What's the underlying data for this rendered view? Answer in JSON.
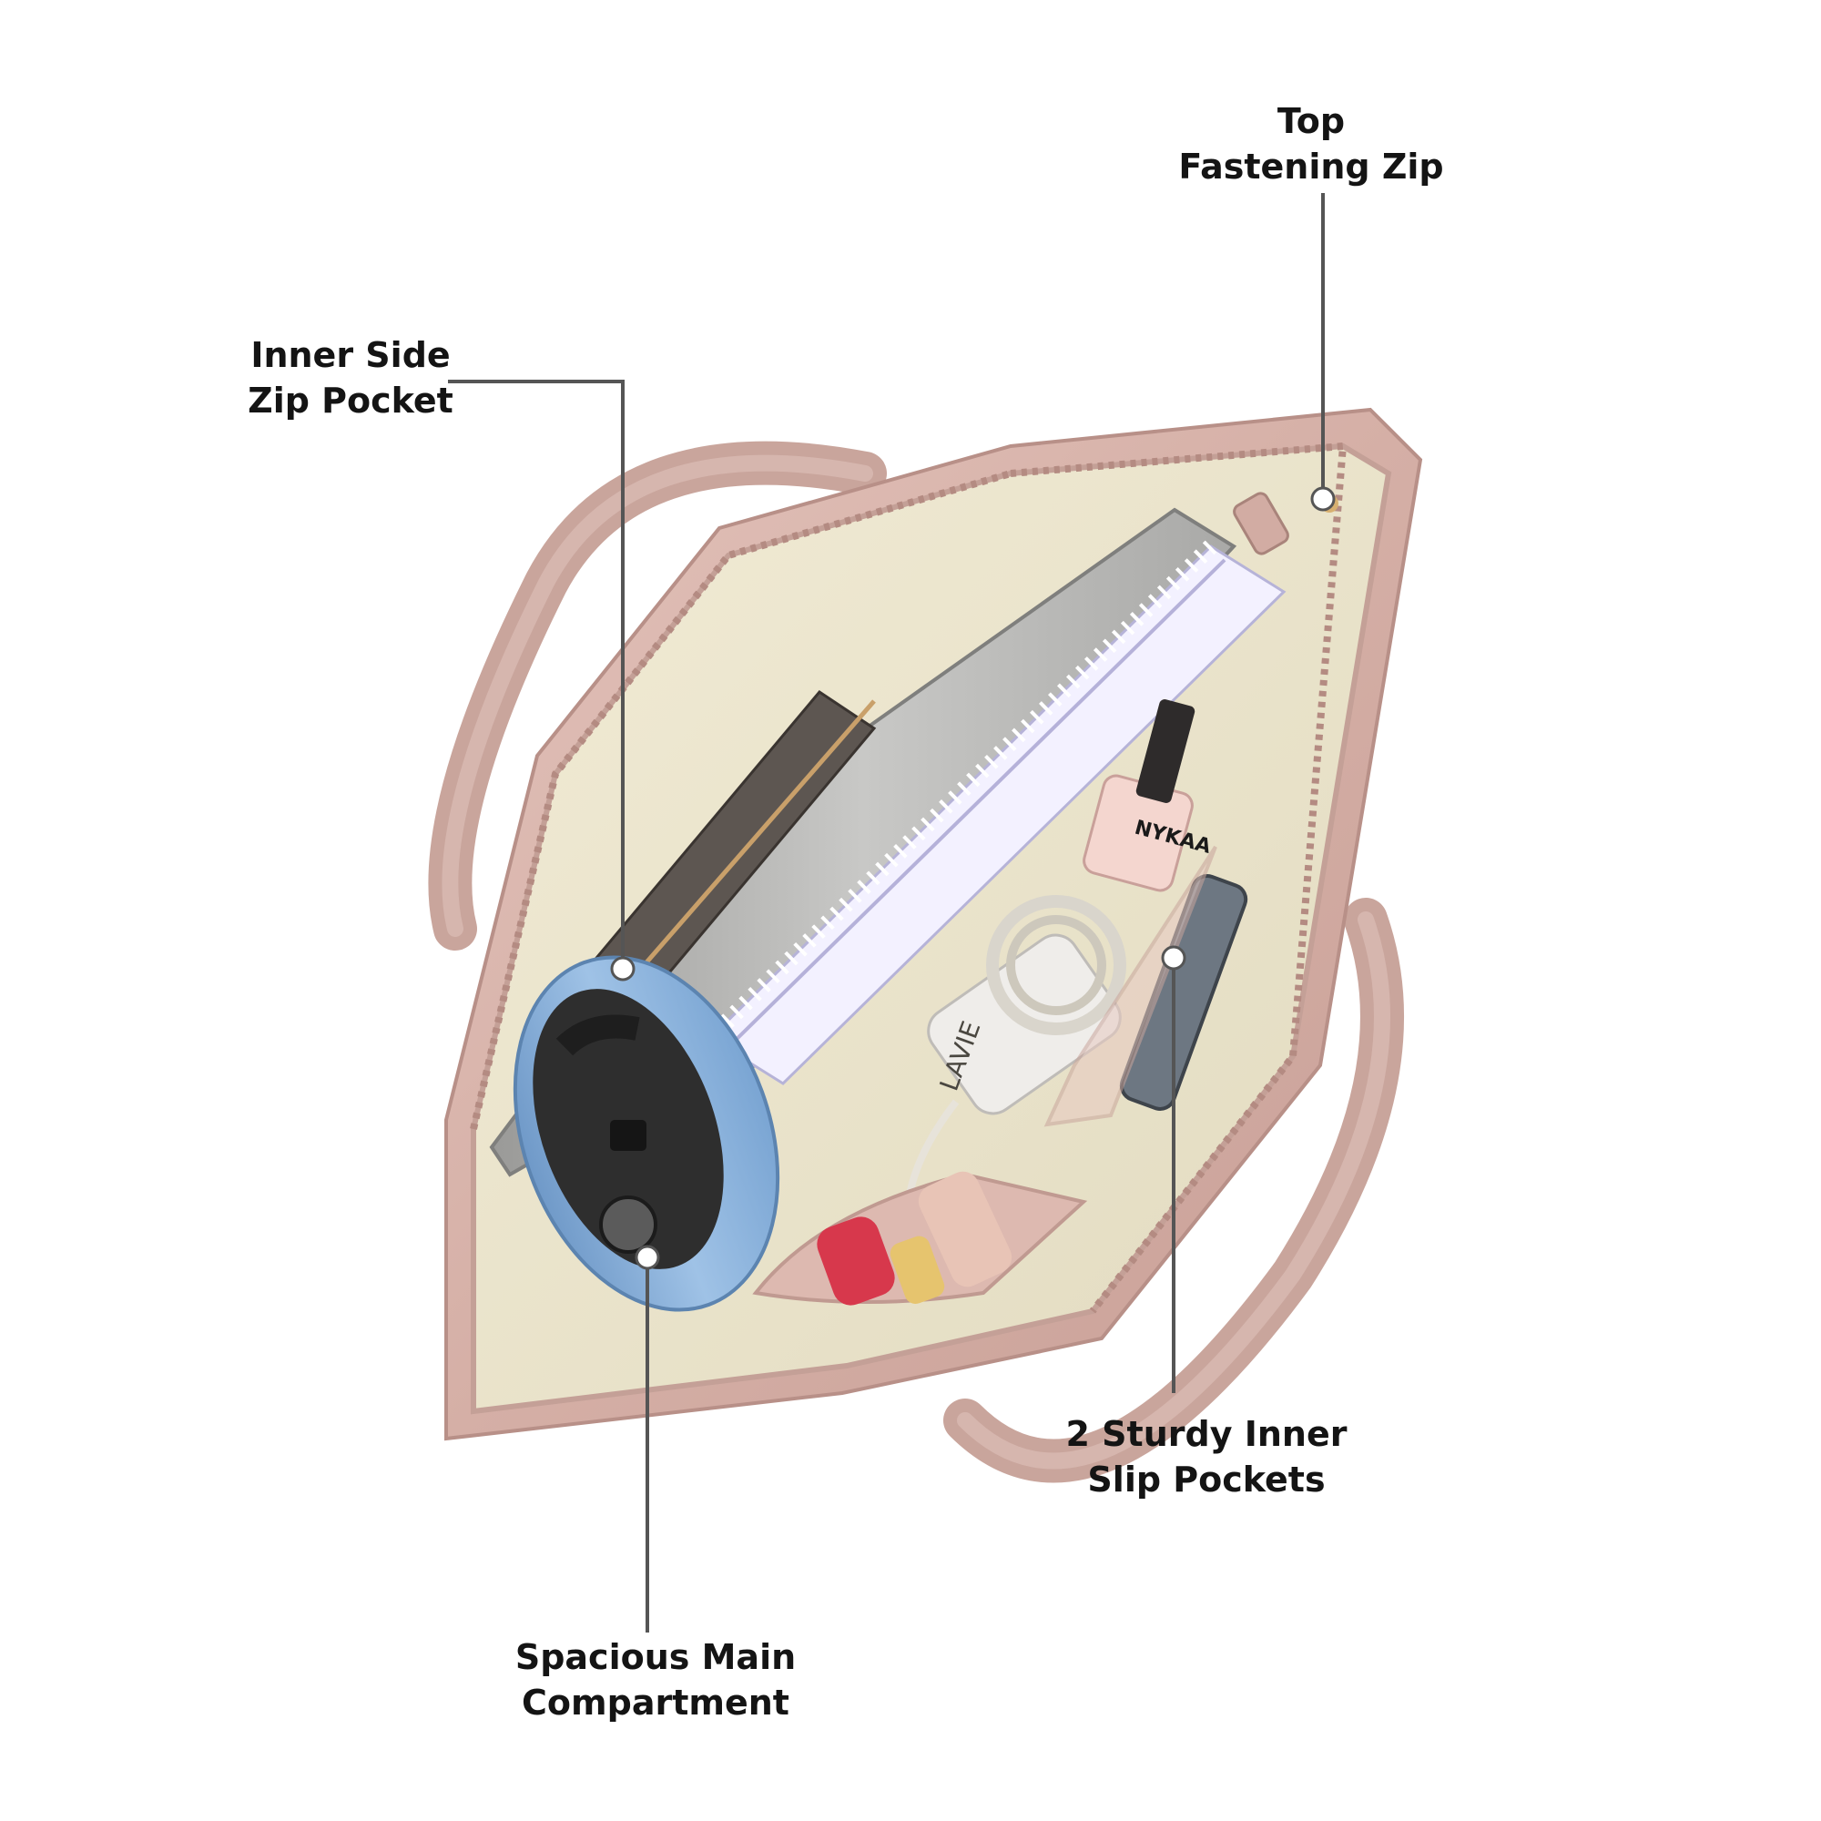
{
  "callouts": {
    "top_zip": {
      "line1": "Top",
      "line2": "Fastening Zip"
    },
    "side_pocket": {
      "line1": "Inner Side",
      "line2": "Zip Pocket"
    },
    "slip_pockets": {
      "line1": "2 Sturdy Inner",
      "line2": "Slip Pockets"
    },
    "main_compartment": {
      "line1": "Spacious Main",
      "line2": "Compartment"
    }
  },
  "product_labels": {
    "nail_polish_brand": "NYKAA",
    "bag_brand_print": "LAVIE"
  },
  "colors": {
    "bag_shell": "#d8b4ac",
    "bag_lining": "#ece6cf",
    "callout_line": "#555555",
    "callout_text": "#141414",
    "bottle_blue": "#8fb5dd"
  }
}
